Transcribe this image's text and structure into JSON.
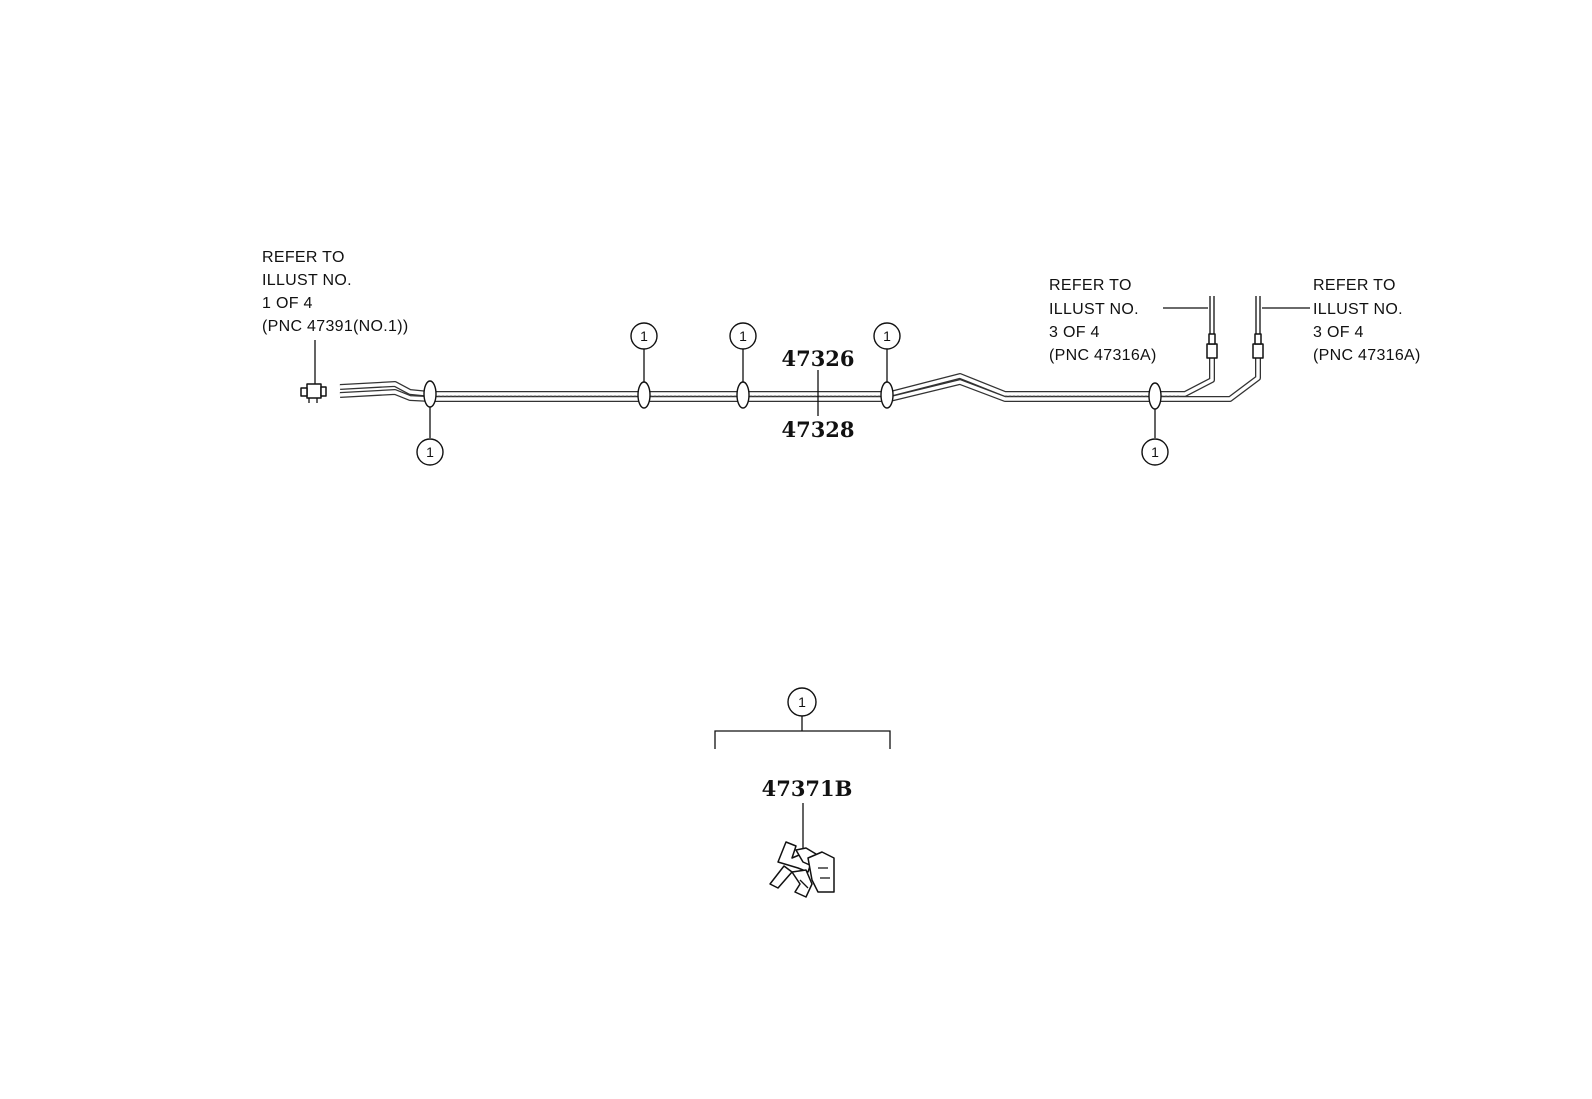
{
  "notes": {
    "left": {
      "lines": [
        "REFER TO",
        "ILLUST NO.",
        "1 OF 4",
        "(PNC 47391(NO.1))"
      ]
    },
    "right_a": {
      "lines": [
        "REFER TO",
        "ILLUST NO.",
        "3 OF 4",
        "(PNC 47316A)"
      ]
    },
    "right_b": {
      "lines": [
        "REFER TO",
        "ILLUST NO.",
        "3 OF 4",
        "(PNC 47316A)"
      ]
    }
  },
  "part_numbers": {
    "tube_upper": "47326",
    "tube_lower": "47328",
    "clamp": "47371B"
  },
  "callout": "1"
}
